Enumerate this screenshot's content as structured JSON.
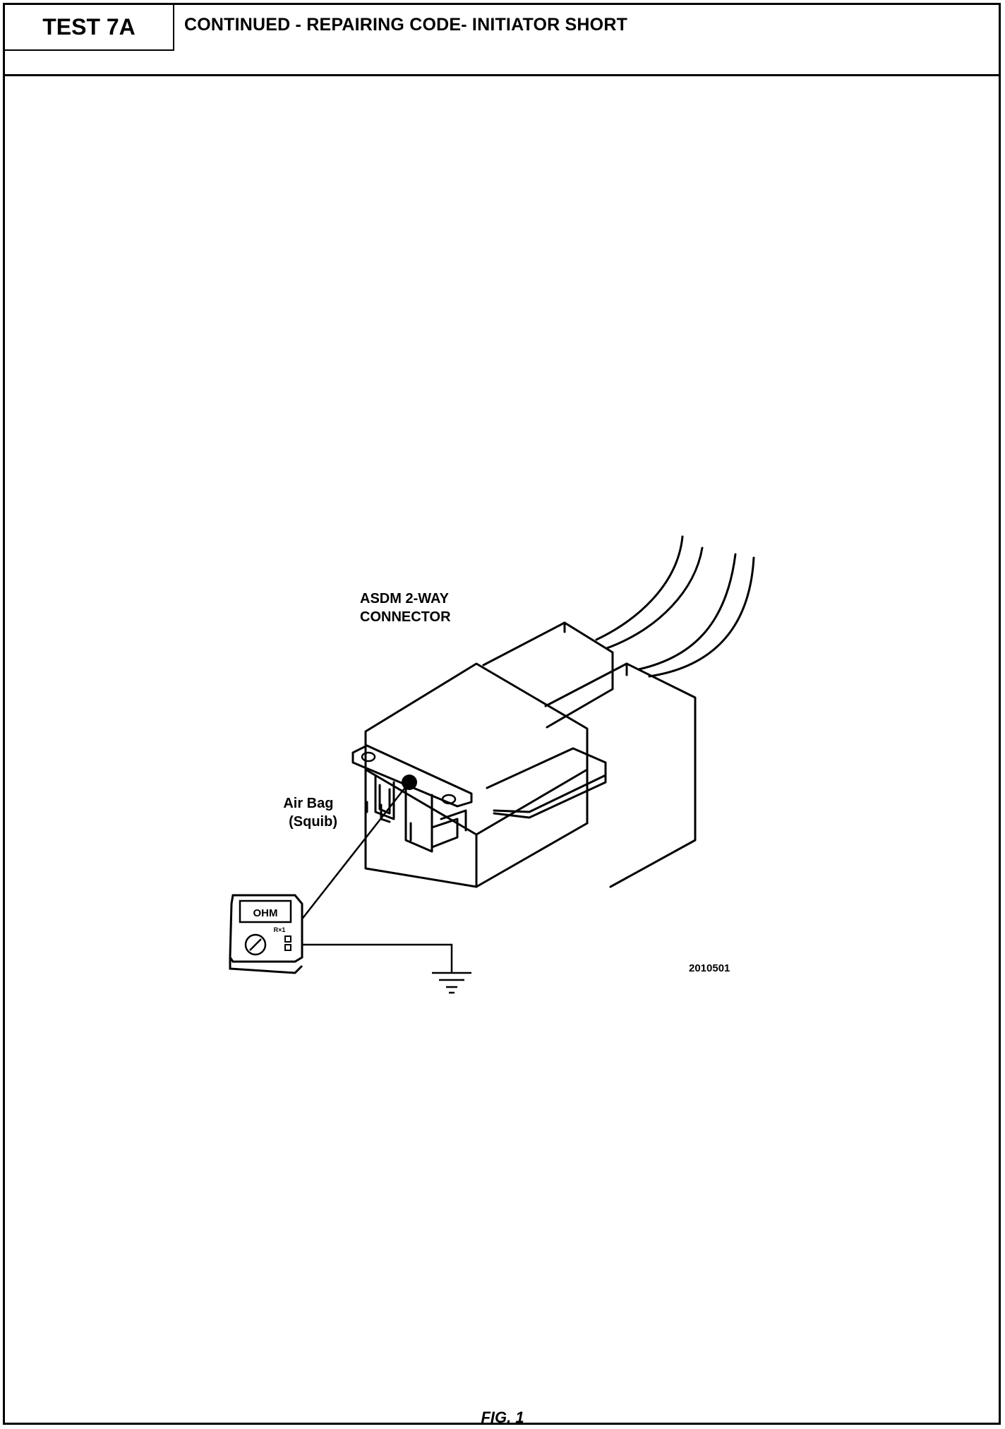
{
  "header": {
    "test_id": "TEST 7A",
    "title": "CONTINUED - REPAIRING CODE- INITIATOR SHORT"
  },
  "diagram": {
    "connector_label_line1": "ASDM 2-WAY",
    "connector_label_line2": "CONNECTOR",
    "airbag_label_line1": "Air Bag",
    "airbag_label_line2": "(Squib)",
    "meter_display": "OHM",
    "meter_range": "R×1",
    "figure_code": "2010501"
  },
  "footer": {
    "figure_label": "FIG. 1"
  }
}
